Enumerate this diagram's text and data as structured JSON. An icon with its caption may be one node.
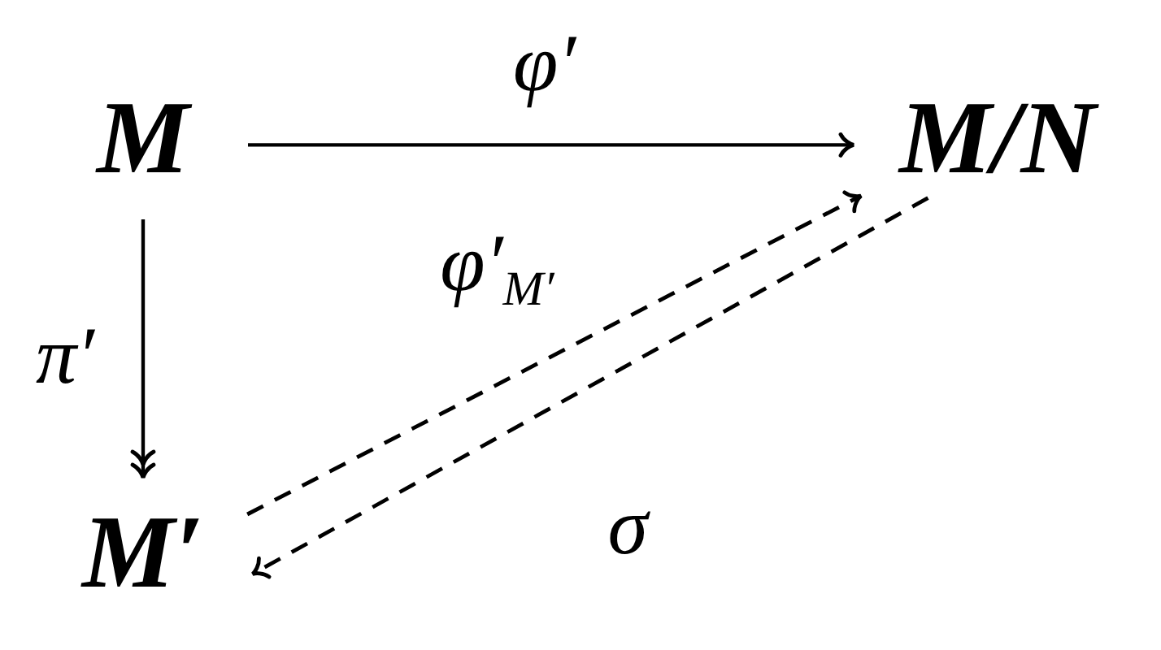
{
  "diagram": {
    "nodes": [
      {
        "text": [
          "M"
        ]
      },
      {
        "text": [
          "M/N"
        ]
      },
      {
        "text": [
          "M′"
        ]
      }
    ],
    "edges": [
      {
        "from": 0,
        "to": 1,
        "arrow": "to",
        "label": "φ′"
      },
      {
        "from": 0,
        "to": 2,
        "arrow": "to",
        "label": "π′"
      },
      {
        "from": 2,
        "to": 1,
        "arrow": "to",
        "label": "φ′$_{M′}$",
        "style": "dashed"
      },
      {
        "from": 1,
        "to": 2,
        "arrow": "to",
        "label": "σ",
        "style": "dashed"
      }
    ]
  }
}
